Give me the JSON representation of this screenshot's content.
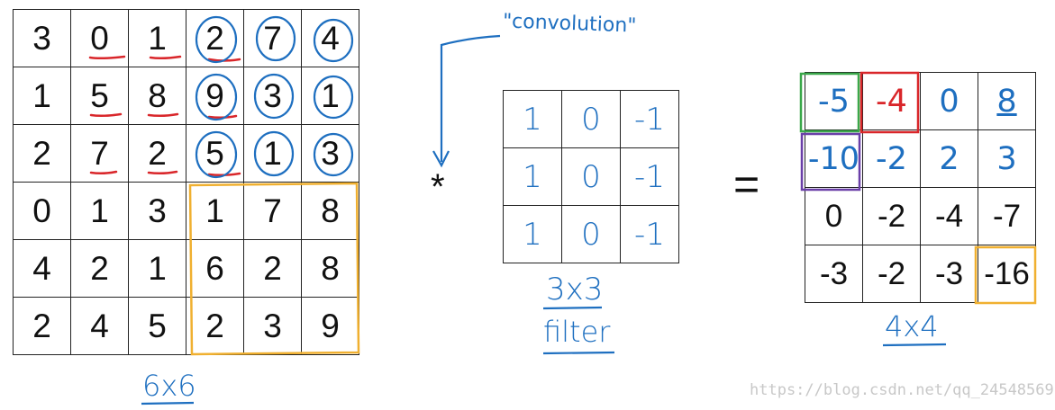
{
  "input_matrix": {
    "label": "6x6",
    "rows": [
      [
        "3",
        "0",
        "1",
        "2",
        "7",
        "4"
      ],
      [
        "1",
        "5",
        "8",
        "9",
        "3",
        "1"
      ],
      [
        "2",
        "7",
        "2",
        "5",
        "1",
        "3"
      ],
      [
        "0",
        "1",
        "3",
        "1",
        "7",
        "8"
      ],
      [
        "4",
        "2",
        "1",
        "6",
        "2",
        "8"
      ],
      [
        "2",
        "4",
        "5",
        "2",
        "3",
        "9"
      ]
    ]
  },
  "operator_conv": "*",
  "annotation_text": "\"convolution\"",
  "filter_matrix": {
    "label_line1": "3x3",
    "label_line2": "filter",
    "rows": [
      [
        "1",
        "0",
        "-1"
      ],
      [
        "1",
        "0",
        "-1"
      ],
      [
        "1",
        "0",
        "-1"
      ]
    ]
  },
  "operator_eq": "=",
  "output_matrix": {
    "label": "4x4",
    "rows": [
      [
        "-5",
        "-4",
        "0",
        "8"
      ],
      [
        "-10",
        "-2",
        "2",
        "3"
      ],
      [
        "0",
        "-2",
        "-4",
        "-7"
      ],
      [
        "-3",
        "-2",
        "-3",
        "-16"
      ]
    ]
  },
  "colors": {
    "blue": "#1e6fc0",
    "red": "#d9262a",
    "green": "#3aa84a",
    "purple": "#6a3fa8",
    "orange": "#f0b030"
  },
  "watermark": "https://blog.csdn.net/qq_24548569"
}
